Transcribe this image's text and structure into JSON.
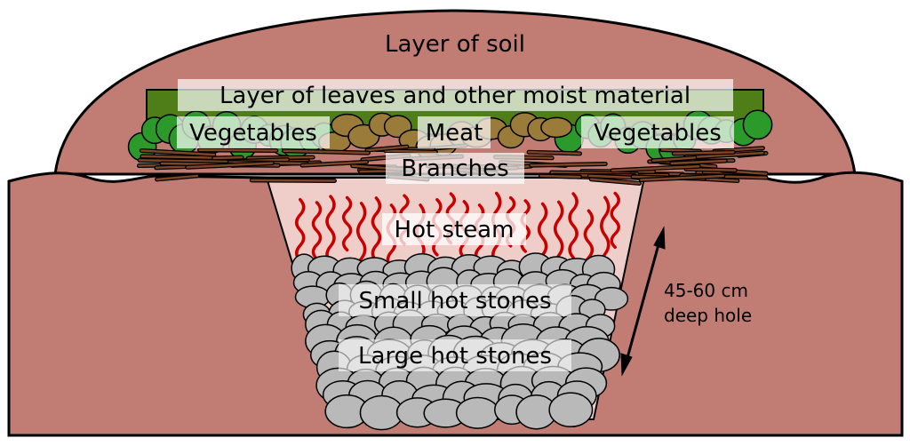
{
  "labels": {
    "soil": "Layer of soil",
    "leaves": "Layer of leaves and other moist material",
    "vegetables_left": "Vegetables",
    "meat": "Meat",
    "vegetables_right": "Vegetables",
    "branches": "Branches",
    "steam": "Hot steam",
    "small_stones": "Small hot stones",
    "large_stones": "Large hot stones"
  },
  "depth": {
    "line1": "45-60 cm",
    "line2": "deep hole"
  },
  "colors": {
    "soil": "#c17d74",
    "leaves": "#4f7e19",
    "vegetables": "#2b9a2b",
    "meat": "#9a7b3a",
    "branches": "#7d4526",
    "hole": "#efcdc9",
    "steam": "#c80000",
    "stones": "#b9b9b9"
  }
}
